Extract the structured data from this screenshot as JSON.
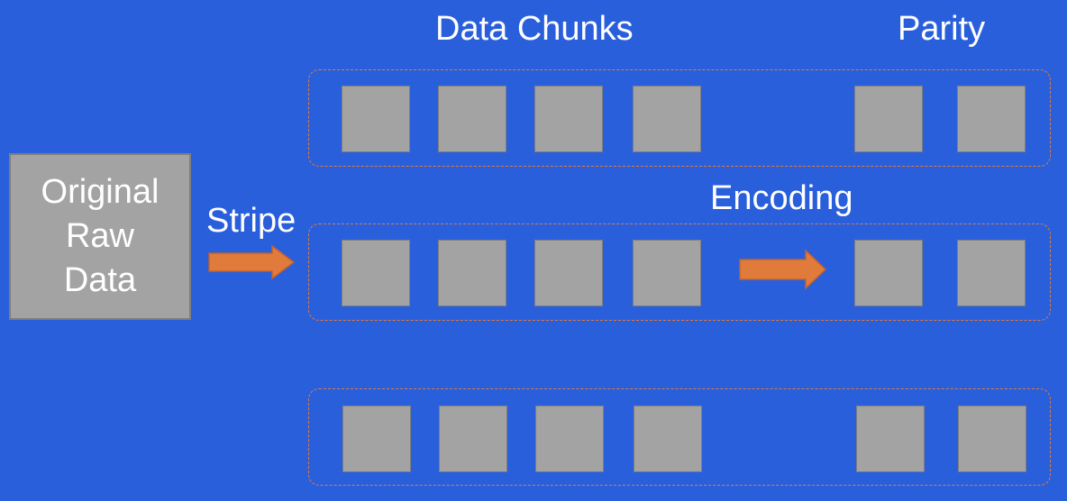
{
  "diagram": {
    "raw_data_lines": [
      "Original",
      "Raw",
      "Data"
    ],
    "stripe_label": "Stripe",
    "data_chunks_label": "Data Chunks",
    "parity_label": "Parity",
    "encoding_label": "Encoding",
    "colors": {
      "background": "#2a5fdc",
      "block": "#a3a3a3",
      "block_border": "#7e7e7e",
      "arrow": "#e07b3c",
      "stripe_border": "#e07b3c",
      "text": "#ffffff"
    },
    "stripes": [
      {
        "data_chunks": 4,
        "parity_chunks": 2
      },
      {
        "data_chunks": 4,
        "parity_chunks": 2
      },
      {
        "data_chunks": 4,
        "parity_chunks": 2
      }
    ],
    "icons": [
      "arrow-right-icon"
    ]
  }
}
